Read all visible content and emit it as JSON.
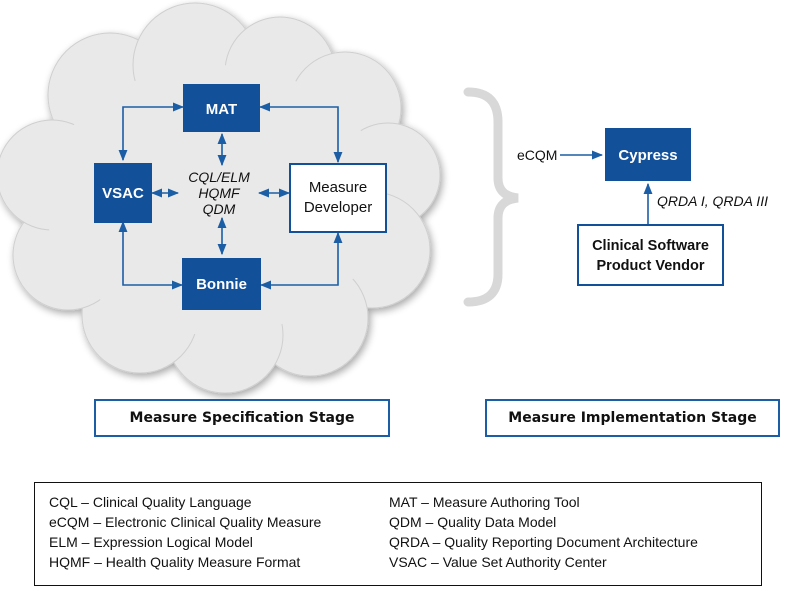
{
  "nodes": {
    "mat": "MAT",
    "vsac": "VSAC",
    "bonnie": "Bonnie",
    "measure_developer": [
      "Measure",
      "Developer"
    ],
    "cypress": "Cypress",
    "vendor": [
      "Clinical Software",
      "Product Vendor"
    ]
  },
  "center_labels": [
    "CQL/ELM",
    "HQMF",
    "QDM"
  ],
  "edge_labels": {
    "ecqm": "eCQM",
    "qrda": "QRDA I, QRDA III"
  },
  "stages": {
    "specification": "Measure Specification Stage",
    "implementation": "Measure Implementation Stage"
  },
  "legend": {
    "left": [
      "CQL – Clinical Quality Language",
      "eCQM – Electronic Clinical Quality Measure",
      "ELM – Expression Logical Model",
      "HQMF – Health Quality Measure Format"
    ],
    "right": [
      "MAT – Measure Authoring Tool",
      "QDM – Quality Data Model",
      "QRDA – Quality Reporting Document Architecture",
      "VSAC – Value Set Authority Center"
    ]
  },
  "colors": {
    "box_fill": "#12509a",
    "arrow": "#1c5ea6",
    "cloud_fill": "#e9e9e9",
    "brace": "#d8d8d8"
  }
}
